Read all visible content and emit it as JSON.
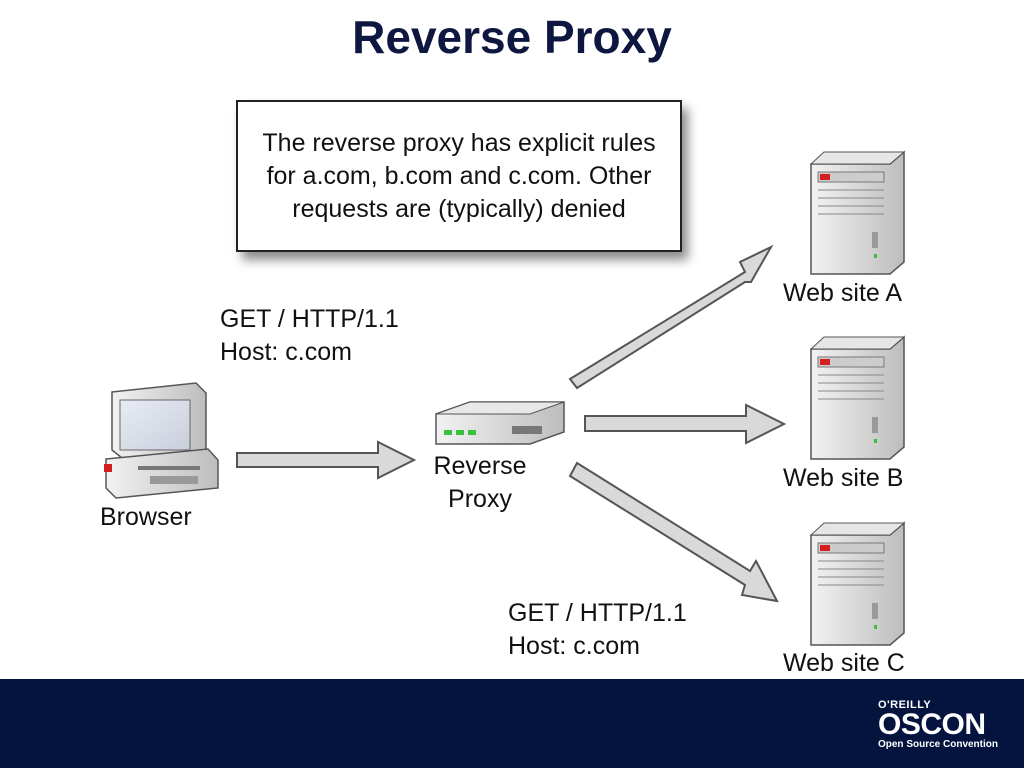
{
  "title": "Reverse Proxy",
  "note": "The reverse proxy has explicit rules for a.com, b.com and c.com. Other requests are (typically) denied",
  "request_top": {
    "line1": "GET / HTTP/1.1",
    "line2": "Host: c.com"
  },
  "request_bottom": {
    "line1": "GET / HTTP/1.1",
    "line2": "Host: c.com"
  },
  "nodes": {
    "browser": "Browser",
    "proxy_line1": "Reverse",
    "proxy_line2": "Proxy",
    "site_a": "Web site A",
    "site_b": "Web site B",
    "site_c": "Web site C"
  },
  "footer": {
    "brand_top": "O'REILLY",
    "brand_main": "OSCON",
    "brand_tagline": "Open Source Convention",
    "background": "#04143f"
  },
  "colors": {
    "title": "#0d1740",
    "arrow_fill": "#d9d9d9"
  }
}
